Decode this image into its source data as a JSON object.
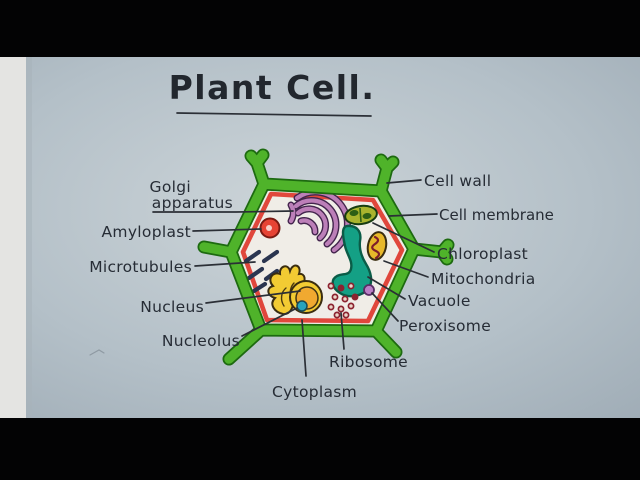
{
  "title": {
    "text": "Plant Cell."
  },
  "diagram": {
    "labels": {
      "golgi_line1": "Golgi",
      "golgi_line2": "apparatus",
      "amyloplast": "Amyloplast",
      "microtubules": "Microtubules",
      "nucleus": "Nucleus",
      "nucleolus": "Nucleolus",
      "cell_wall": "Cell wall",
      "cell_membrane": "Cell membrane",
      "chloroplast": "Chloroplast",
      "mitochondria": "Mitochondria",
      "vacuole": "Vacuole",
      "peroxisome": "Peroxisome",
      "ribosome": "Ribosome",
      "cytoplasm": "Cytoplasm"
    },
    "colors": {
      "cell_wall_green": "#4fb32a",
      "cell_wall_outline": "#1d6a10",
      "membrane_red": "#e0473c",
      "interior": "#f0ede7",
      "golgi_purple": "#bc7fb8",
      "amyloplast_red": "#e64334",
      "chloroplast_olive": "#a9b42e",
      "chloroplast_inner": "#2e5f15",
      "mitochondria_yellow": "#e8b82a",
      "vacuole_teal": "#14a085",
      "microtubule_navy": "#2a3550",
      "nucleus_yellow": "#f2cb33",
      "nucleus_inner_orange": "#f0a930",
      "nucleolus_teal": "#27a3bd",
      "ribosome_maroon": "#8c2330",
      "peroxisome_violet": "#bb7fc6",
      "ink": "#262c35",
      "paper": "#b6c2ca"
    }
  }
}
